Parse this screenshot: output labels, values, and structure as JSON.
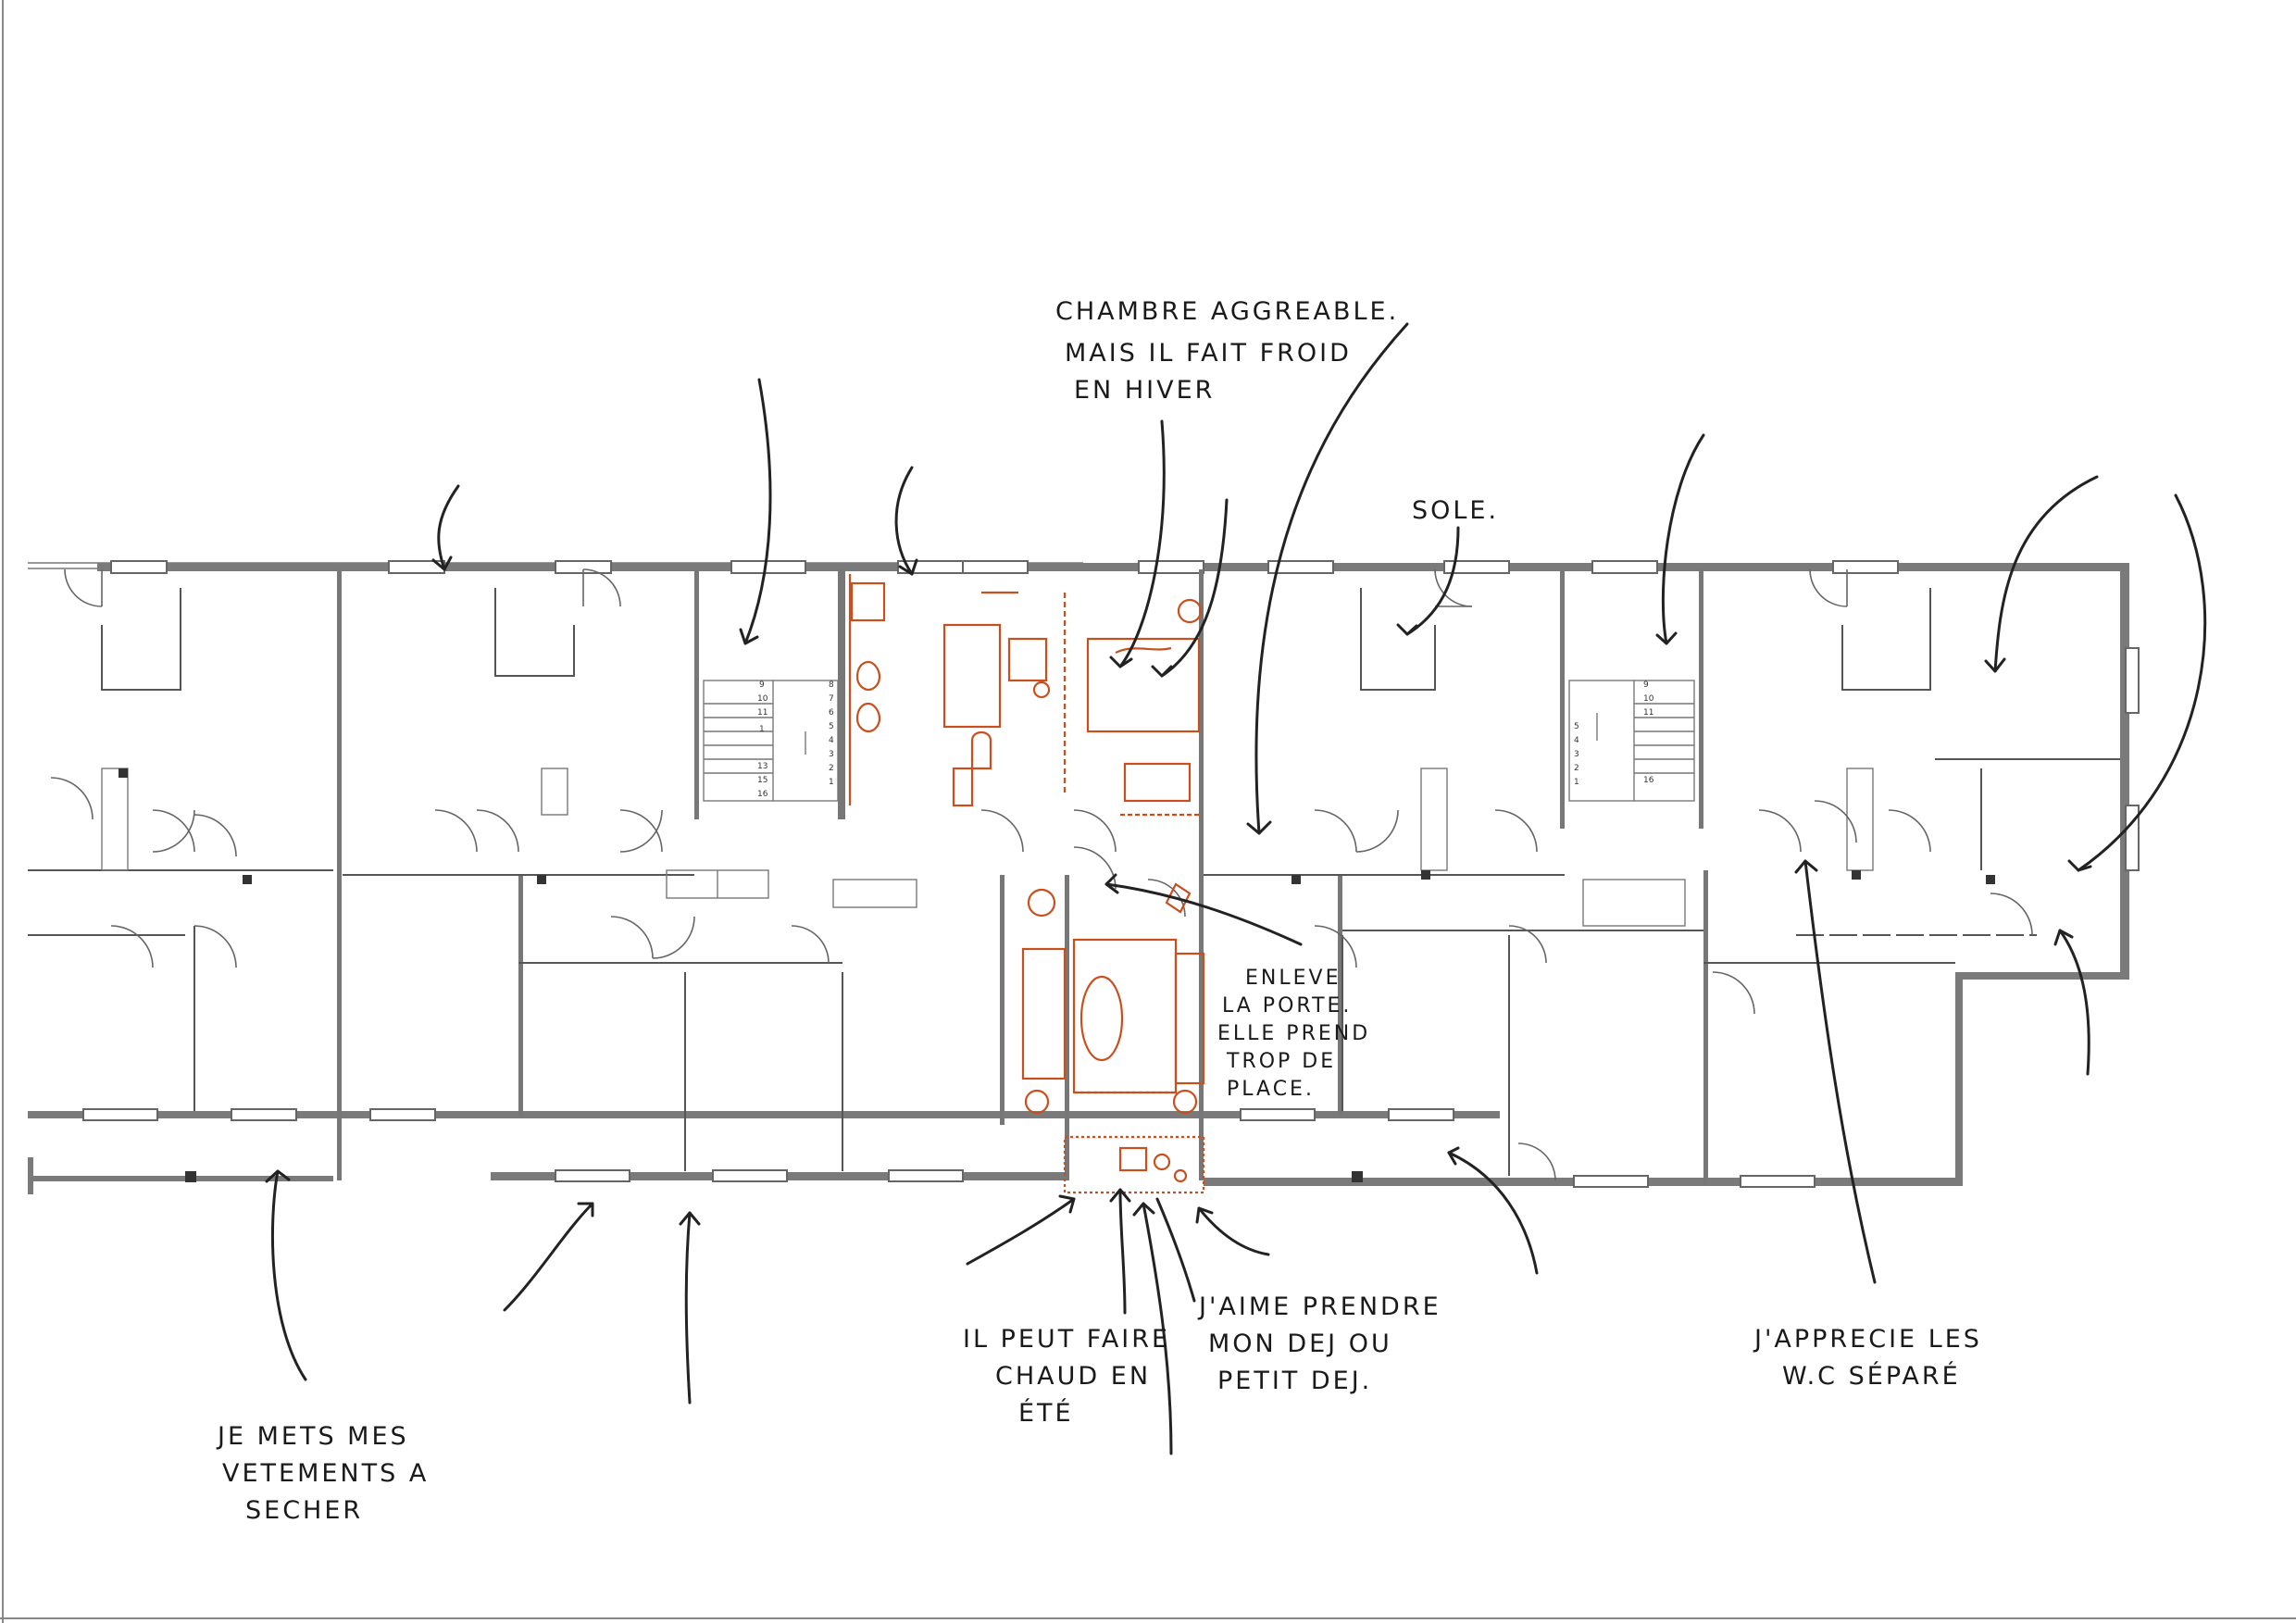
{
  "plan": {
    "description_colors": {
      "walls": "#7a7a7a",
      "sketch": "#c8501e",
      "ink": "#1a1a1a"
    },
    "stair_numbers_left": {
      "left": [
        "9",
        "10",
        "11"
      ],
      "right": [
        "8",
        "7",
        "6",
        "5",
        "4",
        "3",
        "2",
        "1"
      ],
      "mid": [
        "1",
        "13",
        "15",
        "16"
      ]
    },
    "stair_numbers_right": {
      "left": [
        "9",
        "10",
        "11"
      ],
      "right": [
        "5",
        "4",
        "3",
        "2",
        "1",
        "16"
      ]
    }
  },
  "annotations": {
    "chambre": [
      "CHAMBRE AGGREABLE.",
      "MAIS IL FAIT FROID",
      "EN HIVER"
    ],
    "sole": [
      "SOLE."
    ],
    "enleve": [
      "ENLEVE",
      "LA PORTE.",
      "ELLE PREND",
      "TROP DE",
      "PLACE."
    ],
    "chaud": [
      "IL PEUT FAIRE",
      "CHAUD EN",
      "ÉTÉ"
    ],
    "prendre": [
      "J'AIME PRENDRE",
      "MON DEJ OU",
      "PETIT DEJ."
    ],
    "wc": [
      "J'APPRECIE LES",
      "W.C SÉPARÉ"
    ],
    "vetements": [
      "JE METS MES",
      "VETEMENTS A",
      "SECHER"
    ]
  }
}
